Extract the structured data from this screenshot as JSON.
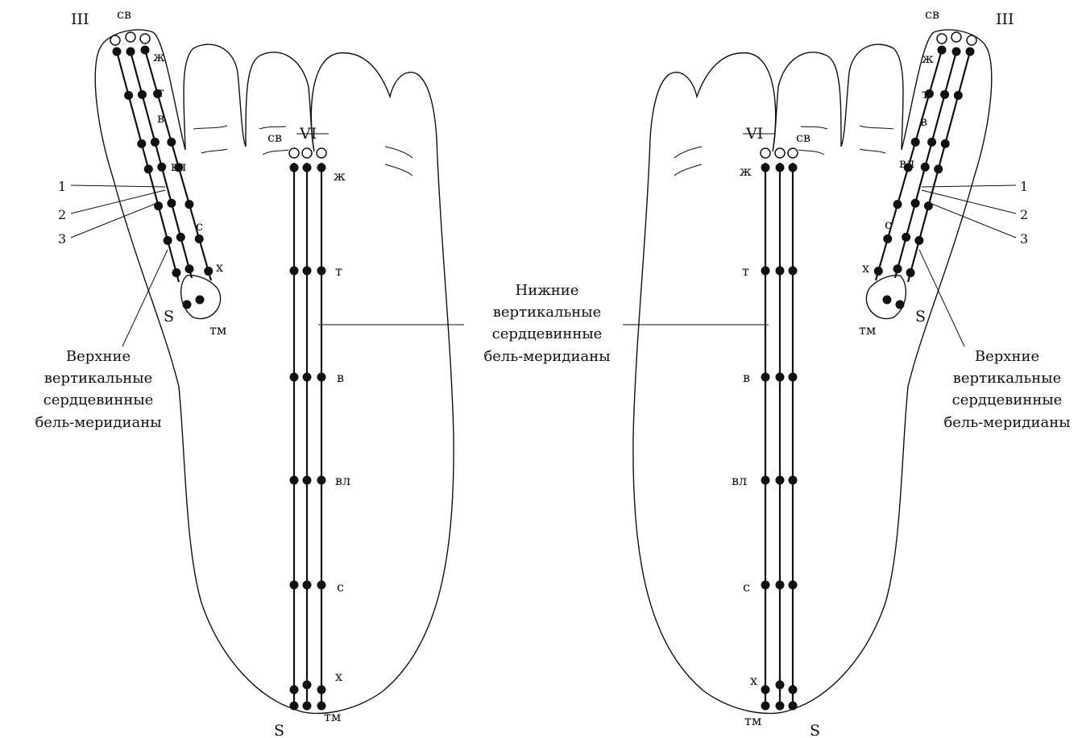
{
  "left_foot": {
    "toe_label": "III",
    "toe_cb": "св",
    "toe_zh": "ж",
    "toe_t": "т",
    "toe_v": "в",
    "toe_vl": "вл",
    "toe_s": "с",
    "toe_x": "х",
    "toe_tm": "тм",
    "toe_S": "S",
    "num1": "1",
    "num2": "2",
    "num3": "3",
    "sole_label": "VI",
    "sole_cb": "св",
    "sole_zh": "ж",
    "sole_t": "т",
    "sole_v": "в",
    "sole_vl": "вл",
    "sole_s": "с",
    "sole_x": "х",
    "sole_tm": "тм",
    "sole_S": "S",
    "upper_caption": [
      "Верхние",
      "вертикальные",
      "сердцевинные",
      "бель-меридианы"
    ]
  },
  "right_foot": {
    "toe_label": "III",
    "toe_cb": "св",
    "toe_zh": "ж",
    "toe_t": "т",
    "toe_v": "в",
    "toe_vl": "вл",
    "toe_s": "с",
    "toe_x": "х",
    "toe_tm": "тм",
    "toe_S": "S",
    "num1": "1",
    "num2": "2",
    "num3": "3",
    "sole_label": "VI",
    "sole_cb": "св",
    "sole_zh": "ж",
    "sole_t": "т",
    "sole_v": "в",
    "sole_vl": "вл",
    "sole_s": "с",
    "sole_x": "х",
    "sole_tm": "тм",
    "sole_S": "S",
    "upper_caption": [
      "Верхние",
      "вертикальные",
      "сердцевинные",
      "бель-меридианы"
    ]
  },
  "center_caption": [
    "Нижние",
    "вертикальные",
    "сердцевинные",
    "бель-меридианы"
  ]
}
